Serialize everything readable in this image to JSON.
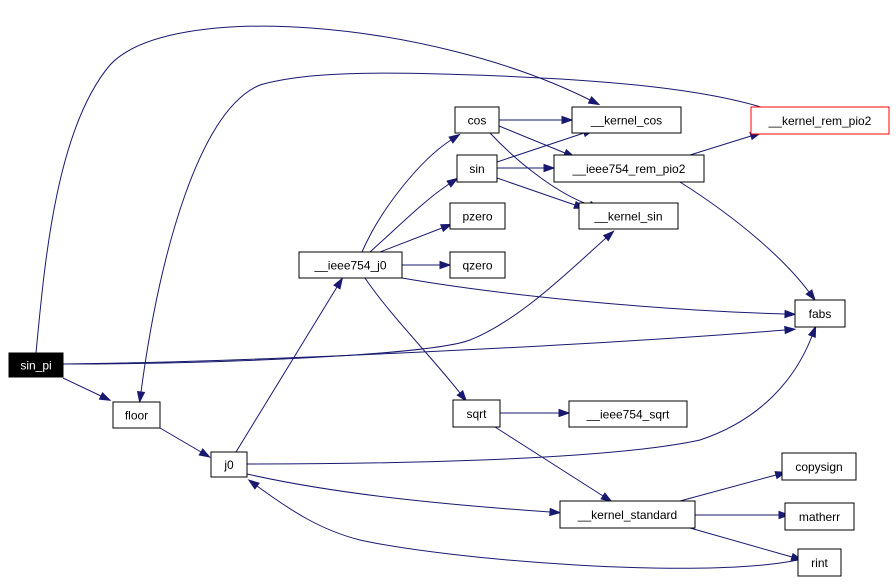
{
  "colors": {
    "edge": "#191970",
    "root_fill": "#000000",
    "root_text": "#ffffff",
    "highlight_border": "#ff0000"
  },
  "nodes": {
    "sin_pi": "sin_pi",
    "floor": "floor",
    "j0": "j0",
    "ieee754_j0": "__ieee754_j0",
    "cos": "cos",
    "sin": "sin",
    "pzero": "pzero",
    "qzero": "qzero",
    "sqrt": "sqrt",
    "kernel_cos": "__kernel_cos",
    "kernel_sin": "__kernel_sin",
    "ieee754_rem_pio2": "__ieee754_rem_pio2",
    "kernel_rem_pio2": "__kernel_rem_pio2",
    "fabs": "fabs",
    "ieee754_sqrt": "__ieee754_sqrt",
    "kernel_standard": "__kernel_standard",
    "copysign": "copysign",
    "matherr": "matherr",
    "rint": "rint"
  },
  "edges": [
    [
      "sin_pi",
      "floor"
    ],
    [
      "sin_pi",
      "kernel_cos"
    ],
    [
      "sin_pi",
      "kernel_sin"
    ],
    [
      "sin_pi",
      "fabs"
    ],
    [
      "floor",
      "j0"
    ],
    [
      "kernel_rem_pio2",
      "floor"
    ],
    [
      "j0",
      "ieee754_j0"
    ],
    [
      "j0",
      "kernel_standard"
    ],
    [
      "j0",
      "fabs"
    ],
    [
      "rint",
      "j0"
    ],
    [
      "ieee754_j0",
      "cos"
    ],
    [
      "ieee754_j0",
      "sin"
    ],
    [
      "ieee754_j0",
      "pzero"
    ],
    [
      "ieee754_j0",
      "qzero"
    ],
    [
      "ieee754_j0",
      "sqrt"
    ],
    [
      "ieee754_j0",
      "fabs"
    ],
    [
      "cos",
      "kernel_cos"
    ],
    [
      "cos",
      "ieee754_rem_pio2"
    ],
    [
      "cos",
      "kernel_sin"
    ],
    [
      "sin",
      "kernel_cos"
    ],
    [
      "sin",
      "ieee754_rem_pio2"
    ],
    [
      "sin",
      "kernel_sin"
    ],
    [
      "ieee754_rem_pio2",
      "kernel_rem_pio2"
    ],
    [
      "ieee754_rem_pio2",
      "fabs"
    ],
    [
      "sqrt",
      "ieee754_sqrt"
    ],
    [
      "sqrt",
      "kernel_standard"
    ],
    [
      "kernel_standard",
      "copysign"
    ],
    [
      "kernel_standard",
      "matherr"
    ],
    [
      "kernel_standard",
      "rint"
    ]
  ]
}
